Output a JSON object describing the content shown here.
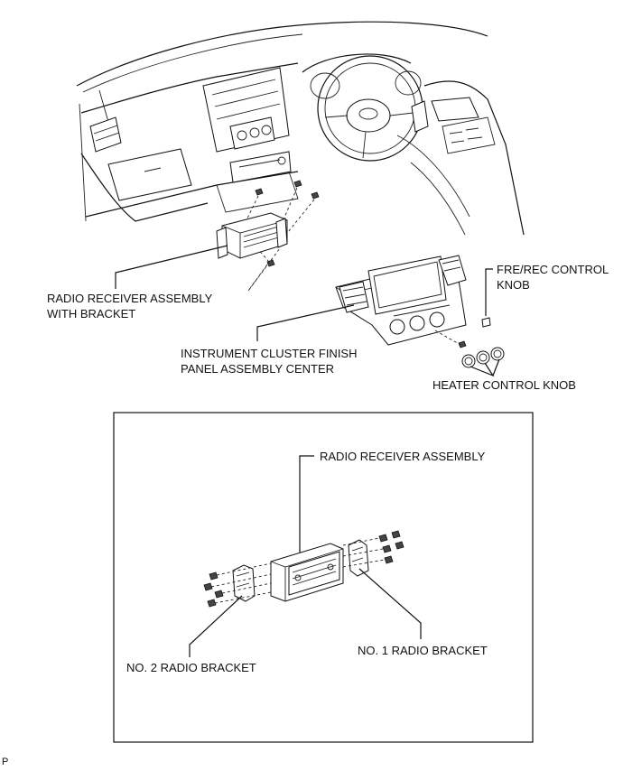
{
  "labels": {
    "radio_receiver_with_bracket_1": "RADIO RECEIVER ASSEMBLY",
    "radio_receiver_with_bracket_2": "WITH BRACKET",
    "instrument_panel_1": "INSTRUMENT CLUSTER FINISH",
    "instrument_panel_2": "PANEL ASSEMBLY CENTER",
    "fre_rec_knob_1": "FRE/REC CONTROL",
    "fre_rec_knob_2": "KNOB",
    "heater_control_knob": "HEATER CONTROL KNOB",
    "radio_receiver_assembly": "RADIO RECEIVER ASSEMBLY",
    "no1_radio_bracket": "NO. 1 RADIO BRACKET",
    "no2_radio_bracket": "NO. 2 RADIO BRACKET",
    "corner_mark": "P"
  }
}
